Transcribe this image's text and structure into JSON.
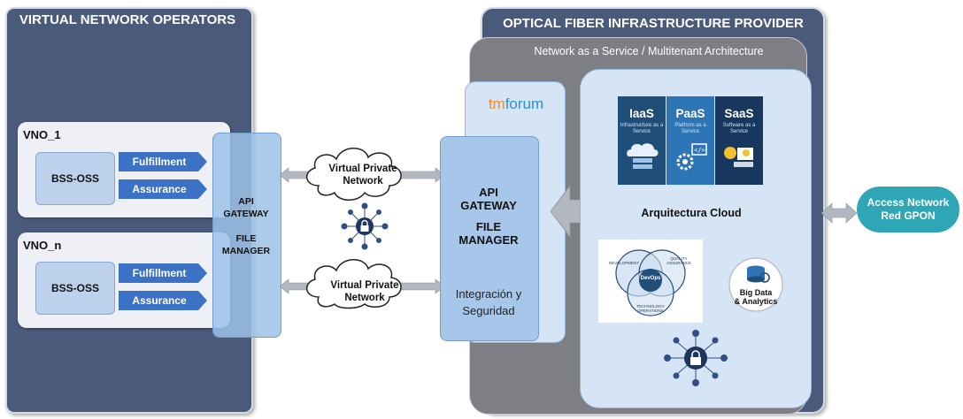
{
  "vno": {
    "title": "VIRTUAL NETWORK OPERATORS",
    "units": [
      {
        "label": "VNO_1",
        "bss": "BSS-OSS",
        "fulfillment": "Fulfillment",
        "assurance": "Assurance"
      },
      {
        "label": "VNO_n",
        "bss": "BSS-OSS",
        "fulfillment": "Fulfillment",
        "assurance": "Assurance"
      }
    ],
    "gateway": {
      "api": "API",
      "gateway": "GATEWAY",
      "file": "FILE",
      "manager": "MANAGER"
    }
  },
  "vpn": [
    {
      "line1": "Virtual Private",
      "line2": "Network"
    },
    {
      "line1": "Virtual Private",
      "line2": "Network"
    }
  ],
  "provider": {
    "title": "OPTICAL FIBER INFRASTRUCTURE PROVIDER",
    "subtitle": "Network as a Service / Multitenant Architecture",
    "tmforum": {
      "tm": "tm",
      "forum": "forum"
    },
    "gateway": {
      "api": "API",
      "gateway": "GATEWAY",
      "file": "FILE",
      "manager": "MANAGER",
      "integ1": "Integración y",
      "integ2": "Seguridad"
    },
    "cloud": {
      "tiles": [
        {
          "name": "IaaS",
          "sub": "Infrastructure as a Service",
          "color": "#1f4e79"
        },
        {
          "name": "PaaS",
          "sub": "Platform as a Service",
          "color": "#2e75b6"
        },
        {
          "name": "SaaS",
          "sub": "Software as a Service",
          "color": "#17375e"
        }
      ],
      "label": "Arquitectura Cloud",
      "devops": {
        "center": "DevOps",
        "development": "DEVELOPMENT",
        "quality1": "QUALITY",
        "quality2": "ASSURANCE",
        "tech1": "TECHNOLOGY",
        "tech2": "OPERATIONS"
      },
      "bigdata": {
        "line1": "Big Data",
        "line2": "& Analytics"
      }
    }
  },
  "access": {
    "line1": "Access Network",
    "line2": "Red GPON"
  },
  "colors": {
    "panel": "#4a5a7a",
    "pill": "#3b72c6",
    "access": "#2ea6b5",
    "naas": "#7d7f84"
  },
  "icons": [
    "arrow-right-icon",
    "cloud-icon",
    "lock-network-icon",
    "double-arrow-icon",
    "venn-diagram-icon",
    "big-data-icon"
  ]
}
